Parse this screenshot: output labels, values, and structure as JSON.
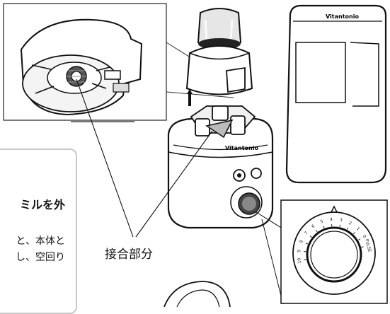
{
  "labels": {
    "joint": "接合部分",
    "brand_body": "Vitantonio",
    "brand_jar": "Vitantonio"
  },
  "callout": {
    "title_fragment": "ミルを外",
    "line1_fragment": "と、本体と",
    "line2_fragment": "し、空回り"
  },
  "dial": {
    "marks": [
      "10",
      "9",
      "8",
      "7",
      "6",
      "5",
      "4",
      "3",
      "2",
      "1",
      "0",
      "PULSE"
    ]
  }
}
